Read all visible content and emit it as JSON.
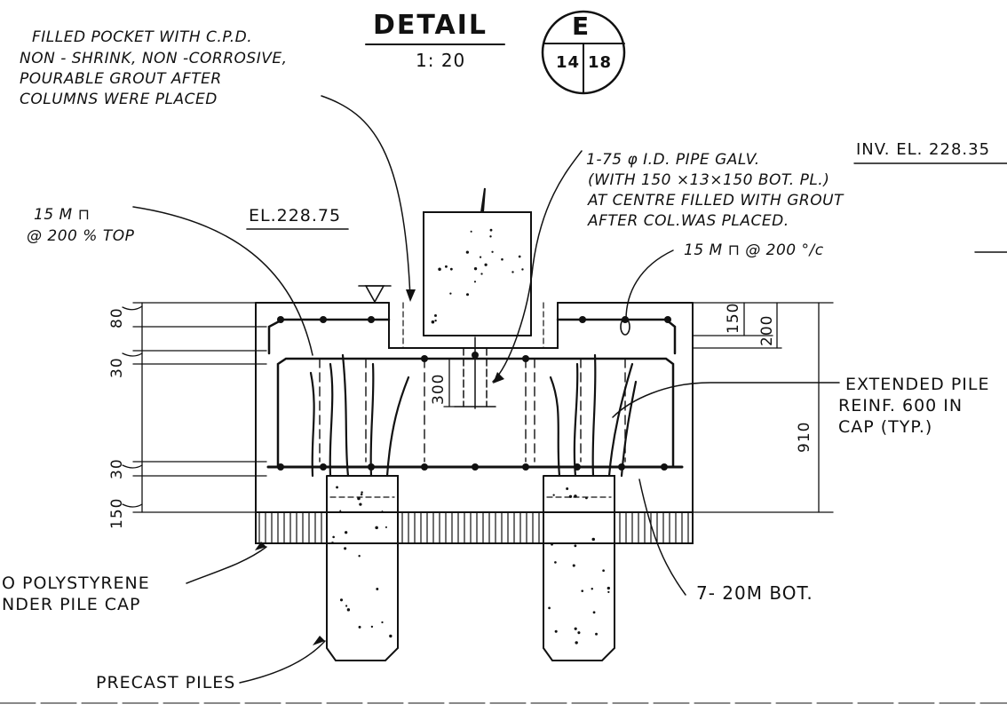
{
  "detail": {
    "title": "DETAIL",
    "scale": "1: 20",
    "letter": "E",
    "sheet_left": "14",
    "sheet_right": "18"
  },
  "notes": {
    "pocket": [
      "FILLED POCKET WITH C.P.D.",
      "NON - SHRINK, NON -CORROSIVE,",
      "POURABLE GROUT AFTER",
      "COLUMNS WERE PLACED"
    ],
    "pipe": [
      "1-75 φ I.D. PIPE GALV.",
      "(WITH 150 ×13×150 BOT. PL.)",
      "AT CENTRE FILLED WITH GROUT",
      "AFTER COL.WAS PLACED."
    ],
    "stirrups": "15 M ⊓ @ 200 °/c",
    "top_bars": [
      "15 M ⊓",
      "@ 200 % TOP"
    ],
    "elevation": "EL.228.75",
    "inv_elevation": "INV. EL. 228.35",
    "pile_reinf": [
      "EXTENDED PILE",
      "REINF. 600 IN",
      "CAP (TYP.)"
    ],
    "bottom_bars": "7- 20M BOT.",
    "polystyrene": [
      "O POLYSTYRENE",
      "NDER PILE CAP"
    ],
    "piles": "PRECAST PILES"
  },
  "dimensions": {
    "d80": "80",
    "d30a": "30",
    "d30b": "30",
    "d150": "150",
    "d300": "300",
    "d150b": "150",
    "d200": "200",
    "d910": "910"
  }
}
